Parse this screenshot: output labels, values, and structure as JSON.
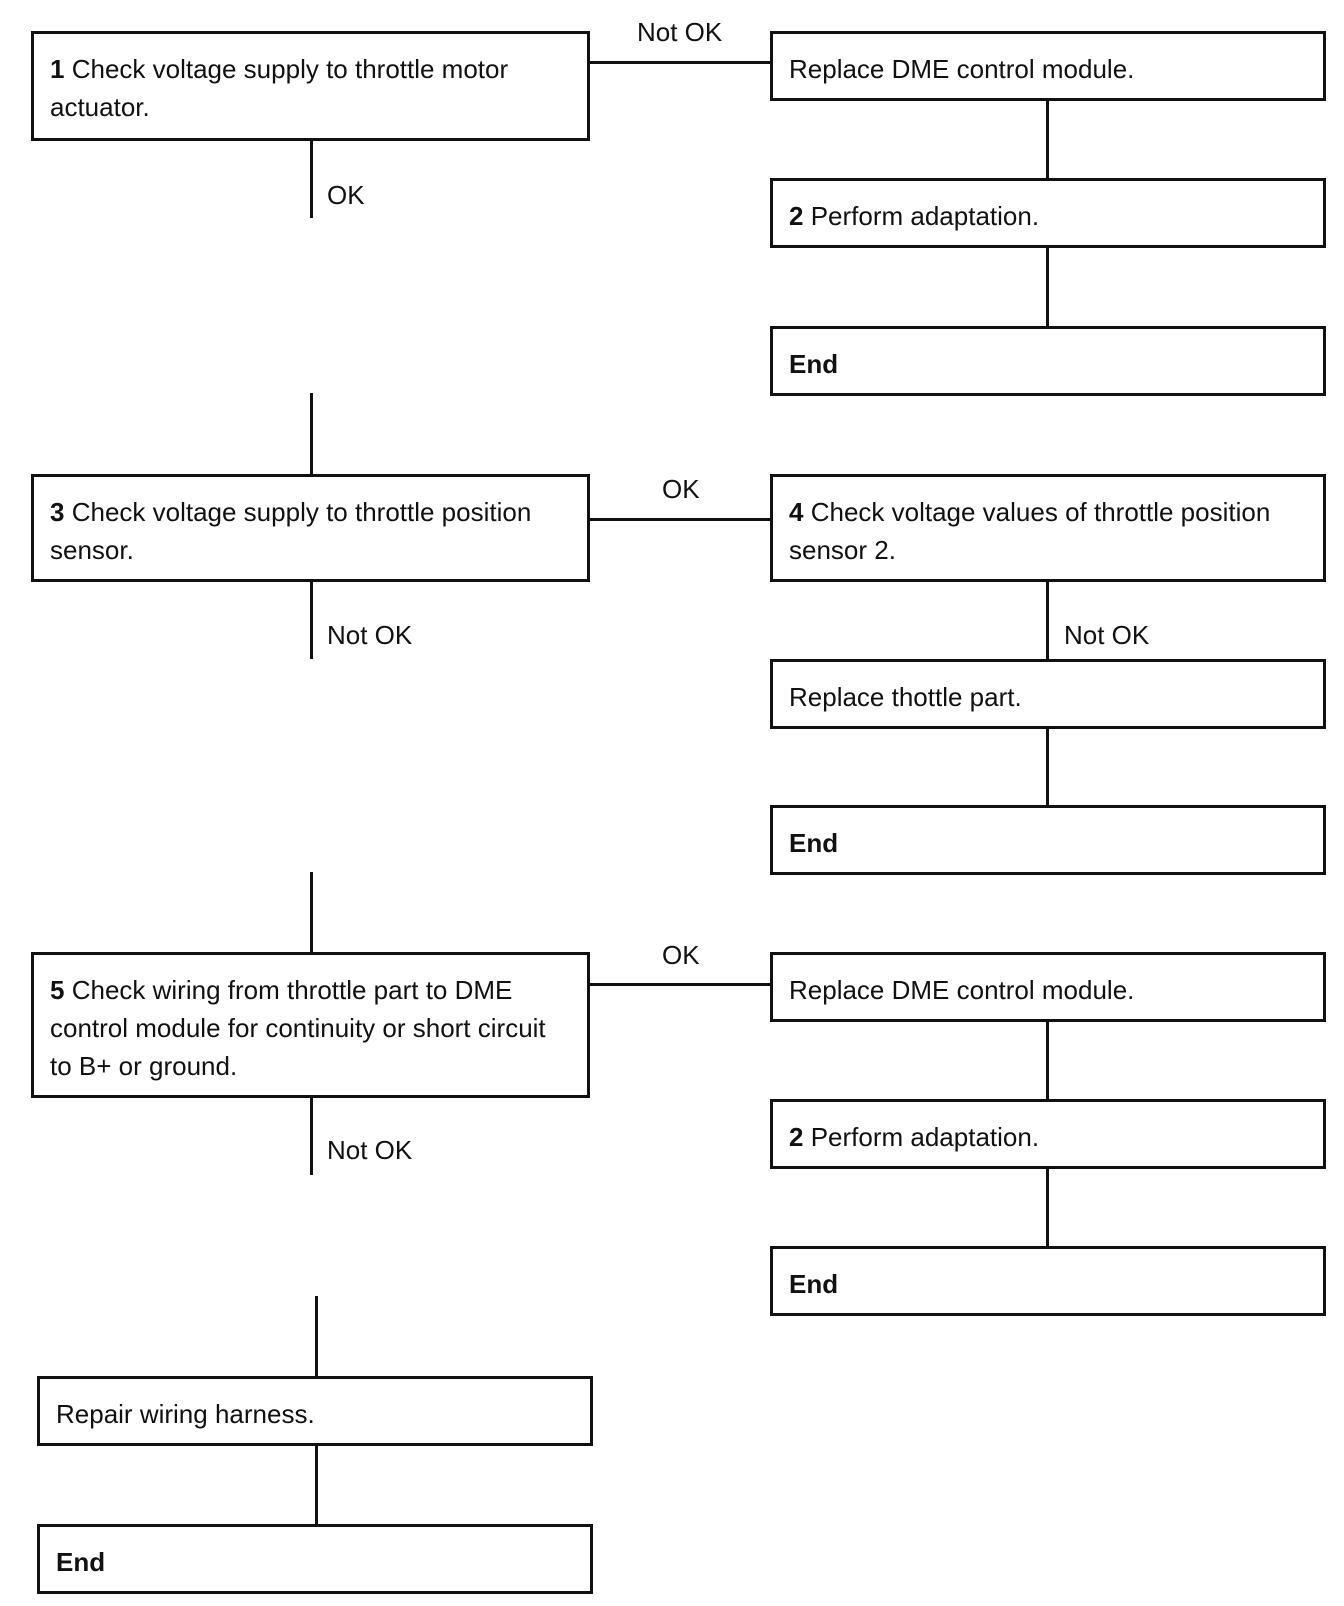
{
  "step1": {
    "num": "1",
    "text": "Check voltage supply to throttle motor actuator."
  },
  "step1_notok_label": "Not OK",
  "step1_ok_label": "OK",
  "replace_dme_1": "Replace DME control module.",
  "perform_adapt_1": {
    "num": "2",
    "text": "Perform adaptation."
  },
  "end_1": "End",
  "step3": {
    "num": "3",
    "text": "Check voltage supply to throttle position sensor."
  },
  "step3_ok_label": "OK",
  "step3_notok_label": "Not OK",
  "step4": {
    "num": "4",
    "text": "Check voltage values of throttle position sensor 2."
  },
  "step4_notok_label": "Not OK",
  "replace_throttle": "Replace thottle part.",
  "end_2": "End",
  "step5": {
    "num": "5",
    "text": "Check wiring from throttle part to DME control module for continuity or short circuit to B+ or ground."
  },
  "step5_ok_label": "OK",
  "step5_notok_label": "Not OK",
  "replace_dme_2": "Replace DME control module.",
  "perform_adapt_2": {
    "num": "2",
    "text": "Perform adaptation."
  },
  "end_3": "End",
  "repair_wiring": "Repair wiring harness.",
  "end_4": "End"
}
